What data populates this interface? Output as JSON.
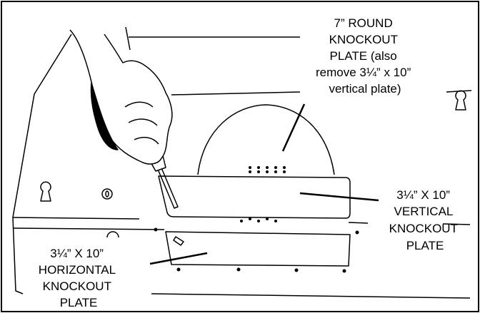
{
  "labels": {
    "round_plate": [
      "7” ROUND",
      "KNOCKOUT",
      "PLATE (also",
      "remove 3¼” x 10”",
      "vertical plate)"
    ],
    "vertical_plate": [
      "3¼” X 10”",
      "VERTICAL",
      "KNOCKOUT",
      "PLATE"
    ],
    "horizontal_plate": [
      "3¼” X 10”",
      "HORIZONTAL",
      "KNOCKOUT",
      "PLATE"
    ]
  }
}
